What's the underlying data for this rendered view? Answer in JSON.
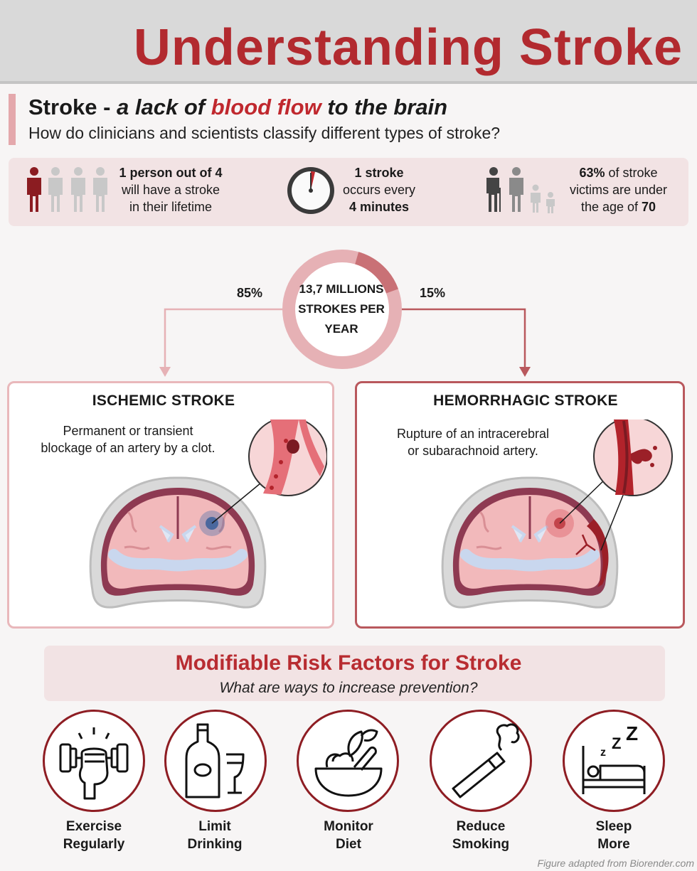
{
  "header": {
    "title": "Understanding Stroke"
  },
  "intro": {
    "stroke_word": "Stroke -",
    "lack_of": "a lack of",
    "blood_flow": "blood flow",
    "to_brain": "to the brain",
    "question": "How do clinicians and scientists classify different types of stroke?"
  },
  "stats": [
    {
      "bold": "1 person out of 4",
      "line2": "will have a stroke",
      "line3": "in their lifetime"
    },
    {
      "bold1": "1 stroke",
      "line2": "occurs every",
      "bold3": "4 minutes"
    },
    {
      "bold1": "63%",
      "line1_rest": " of stroke",
      "line2": "victims are under",
      "line3_pre": "the age of ",
      "bold3": "70"
    }
  ],
  "distribution": {
    "total_line1": "13,7 MILLIONS",
    "total_line2": "STROKES PER",
    "total_line3": "YEAR",
    "ischemic_pct_label": "85%",
    "hemorrhagic_pct_label": "15%",
    "ischemic_fraction": 0.85,
    "hemorrhagic_fraction": 0.15
  },
  "ischemic": {
    "title": "ISCHEMIC STROKE",
    "desc_line1": "Permanent or transient",
    "desc_line2": "blockage of an artery by a clot."
  },
  "hemorrhagic": {
    "title": "HEMORRHAGIC STROKE",
    "desc_line1": "Rupture of an intracerebral",
    "desc_line2": "or subarachnoid artery."
  },
  "risk": {
    "title": "Modifiable Risk Factors for Stroke",
    "subtitle": "What are ways to increase prevention?",
    "factors": [
      {
        "line1": "Exercise",
        "line2": "Regularly",
        "icon": "dumbbell-fist-icon"
      },
      {
        "line1": "Limit",
        "line2": "Drinking",
        "icon": "wine-bottle-glass-icon"
      },
      {
        "line1": "Monitor",
        "line2": "Diet",
        "icon": "food-bowl-icon"
      },
      {
        "line1": "Reduce",
        "line2": "Smoking",
        "icon": "cigarette-icon"
      },
      {
        "line1": "Sleep",
        "line2": "More",
        "icon": "bed-sleep-icon"
      }
    ]
  },
  "credit": "Figure adapted from Biorender.com",
  "colors": {
    "brand_red": "#b22a2f",
    "pink_light": "#f2e3e4",
    "pink_mid": "#e9b8bb",
    "rose_dark": "#b9585d",
    "dark_red": "#8e1d23"
  }
}
